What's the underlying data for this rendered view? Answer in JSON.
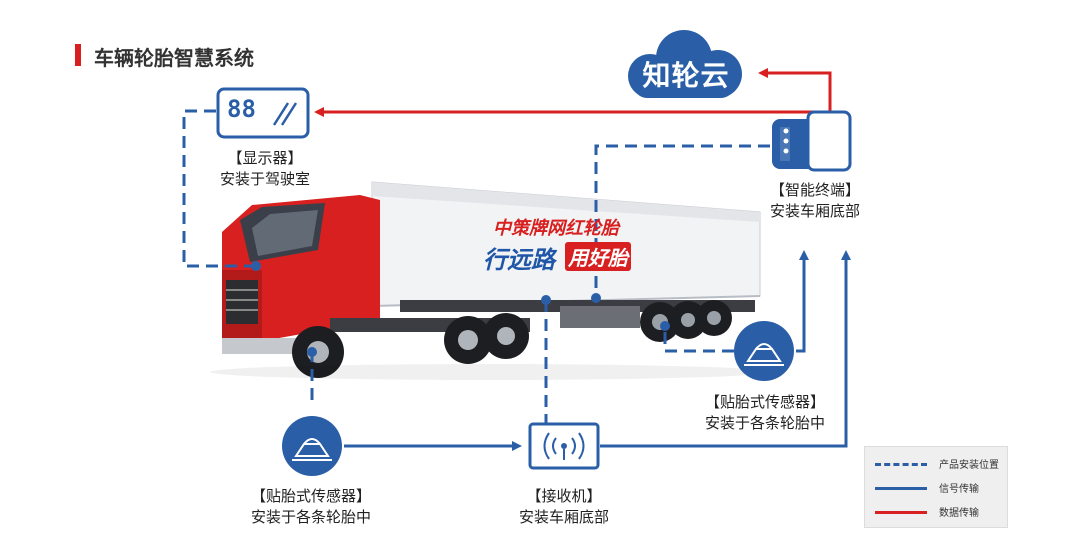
{
  "title": "车辆轮胎智慧系统",
  "cloud": {
    "text": "知轮云"
  },
  "display": {
    "digits": "88",
    "label": "【显示器】",
    "sublabel": "安装于驾驶室"
  },
  "terminal": {
    "label": "【智能终端】",
    "sublabel": "安装车厢底部"
  },
  "sensor_right": {
    "label": "【贴胎式传感器】",
    "sublabel": "安装于各条轮胎中"
  },
  "sensor_left": {
    "label": "【贴胎式传感器】",
    "sublabel": "安装于各条轮胎中"
  },
  "receiver": {
    "label": "【接收机】",
    "sublabel": "安装车厢底部"
  },
  "truck_branding": {
    "line1": "中策牌网红轮胎",
    "line2": "行远路",
    "line3": "用好胎"
  },
  "legend": {
    "items": [
      {
        "label": "产品安装位置",
        "style": "dashed",
        "color": "#2a5fa8"
      },
      {
        "label": "信号传输",
        "style": "solid",
        "color": "#2a5fa8"
      },
      {
        "label": "数据传输",
        "style": "solid",
        "color": "#d7201f"
      }
    ]
  },
  "colors": {
    "blue": "#2a5fa8",
    "red": "#d7201f"
  }
}
